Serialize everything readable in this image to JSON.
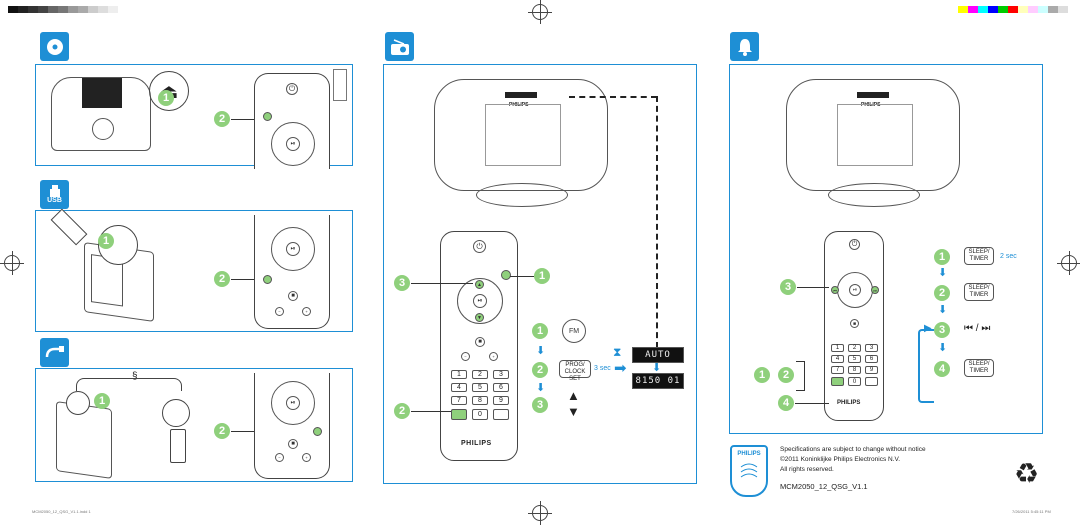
{
  "sections": {
    "disc": {
      "icon": "disc-icon"
    },
    "usb": {
      "icon": "usb-icon",
      "label": "USB"
    },
    "audio_in": {
      "icon": "audio-cable-icon"
    },
    "radio": {
      "icon": "radio-icon"
    },
    "alarm": {
      "icon": "bell-icon"
    }
  },
  "steps": {
    "one": "1",
    "two": "2",
    "three": "3",
    "four": "4"
  },
  "remote": {
    "brand": "PHILIPS",
    "prog_label": "PROG/ CLOCK SET",
    "fm_label": "FM",
    "sleep_label": "SLEEP/ TIMER",
    "keypad": [
      "1",
      "2",
      "3",
      "4",
      "5",
      "6",
      "7",
      "8",
      "9",
      "0"
    ]
  },
  "device": {
    "brand": "PHILIPS"
  },
  "radio_panel": {
    "fm_button": "FM",
    "prog_button": "PROG/ CLOCK SET",
    "hold_time": "3 sec",
    "display_auto": "AUTO",
    "display_preset": "8150 01"
  },
  "alarm_panel": {
    "sleep_button": "SLEEP/ TIMER",
    "hold_time": "2 sec",
    "skip_symbols": "⏮ / ⏭"
  },
  "usb_cable_break": "§",
  "footer": {
    "spec_line": "Specifications are subject to change without notice",
    "copyright": "©2011 Koninklijke Philips Electronics N.V.",
    "rights": "All rights reserved.",
    "doc_id": "MCM2050_12_QSG_V1.1",
    "philips_logo_text": "PHILIPS",
    "slug_left": "MCM2050_12_QSG_V1.1.indd  1",
    "slug_right": "7/26/2011  5:45:11 PM"
  },
  "colors": {
    "accent": "#1e8fd5",
    "step": "#8fd07c"
  }
}
